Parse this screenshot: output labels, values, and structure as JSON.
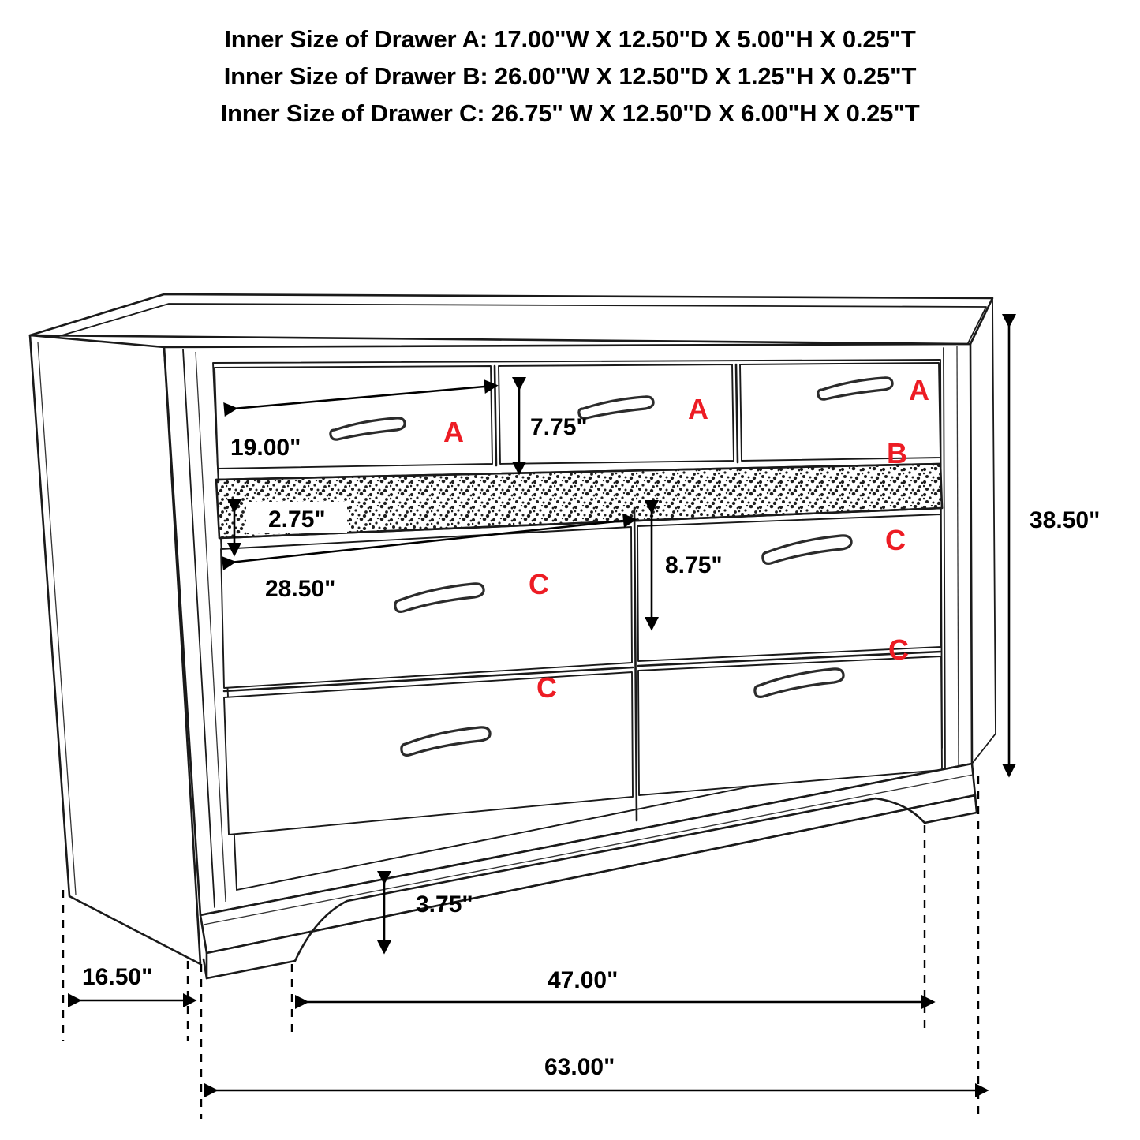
{
  "header": {
    "lines": [
      "Inner Size of Drawer A: 17.00\"W X 12.50\"D X 5.00\"H X 0.25\"T",
      "Inner Size of Drawer B: 26.00\"W X 12.50\"D X 1.25\"H X 0.25\"T",
      "Inner Size of Drawer C: 26.75\" W X 12.50\"D X 6.00\"H X 0.25\"T"
    ]
  },
  "product": {
    "type": "dresser",
    "view": "three-quarter-perspective-line-drawing",
    "drawer_count": 7,
    "drawer_groups": [
      {
        "label": "A",
        "count": 3,
        "row": "top",
        "description": "three small top drawers"
      },
      {
        "label": "B",
        "count": 1,
        "row": "middle",
        "description": "full-width glitter/speckled accent drawer"
      },
      {
        "label": "C",
        "count": 4,
        "row": "bottom",
        "description": "two rows of two large drawers"
      }
    ]
  },
  "dimensions": {
    "drawer_a_width": "19.00\"",
    "drawer_a_height": "7.75\"",
    "drawer_b_height": "2.75\"",
    "drawer_c_width": "28.50\"",
    "drawer_c_height": "8.75\"",
    "leg_height": "3.75\"",
    "overall_height": "38.50\"",
    "depth": "16.50\"",
    "base_width": "47.00\"",
    "overall_width": "63.00\""
  },
  "labels": {
    "a1": "A",
    "a2": "A",
    "a3": "A",
    "b1": "B",
    "c1": "C",
    "c2": "C",
    "c3": "C",
    "c4": "C"
  },
  "colors": {
    "label_red": "#ED1C24",
    "line_black": "#1a1a1a",
    "background": "#ffffff"
  }
}
